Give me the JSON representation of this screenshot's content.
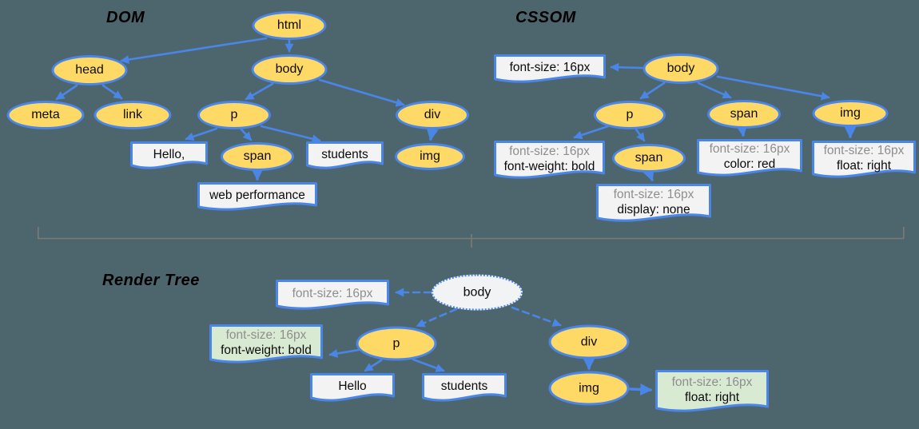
{
  "sections": {
    "dom": {
      "title": "DOM",
      "nodes": {
        "html": "html",
        "head": "head",
        "body": "body",
        "meta": "meta",
        "link": "link",
        "p": "p",
        "div": "div",
        "span": "span",
        "img": "img"
      },
      "text_nodes": {
        "hello": "Hello,",
        "students": "students",
        "webperf": "web performance"
      }
    },
    "cssom": {
      "title": "CSSOM",
      "nodes": {
        "body": "body",
        "p": "p",
        "span_red": "span",
        "span_none": "span",
        "img": "img"
      },
      "rules": {
        "body": [
          "font-size: 16px"
        ],
        "p": [
          "font-size: 16px",
          "font-weight: bold"
        ],
        "span_red": [
          "font-size: 16px",
          "color: red"
        ],
        "span_none": [
          "font-size: 16px",
          "display: none"
        ],
        "img": [
          "font-size: 16px",
          "float: right"
        ]
      }
    },
    "render": {
      "title": "Render Tree",
      "nodes": {
        "body": "body",
        "p": "p",
        "div": "div",
        "img": "img"
      },
      "text_nodes": {
        "hello": "Hello",
        "students": "students"
      },
      "rules": {
        "body": [
          "font-size: 16px"
        ],
        "p": [
          "font-size: 16px",
          "font-weight: bold"
        ],
        "img": [
          "font-size: 16px",
          "float: right"
        ]
      }
    }
  },
  "colors": {
    "background": "#4D666E",
    "node_fill": "#FFD966",
    "stroke_blue": "#4A86E8",
    "note_fill": "#F3F3F3",
    "matched_rule_fill": "#D9EAD3",
    "render_root_fill": "#F1F3F4",
    "muted_text": "#8E8E8E",
    "divider": "#7D7A76"
  }
}
